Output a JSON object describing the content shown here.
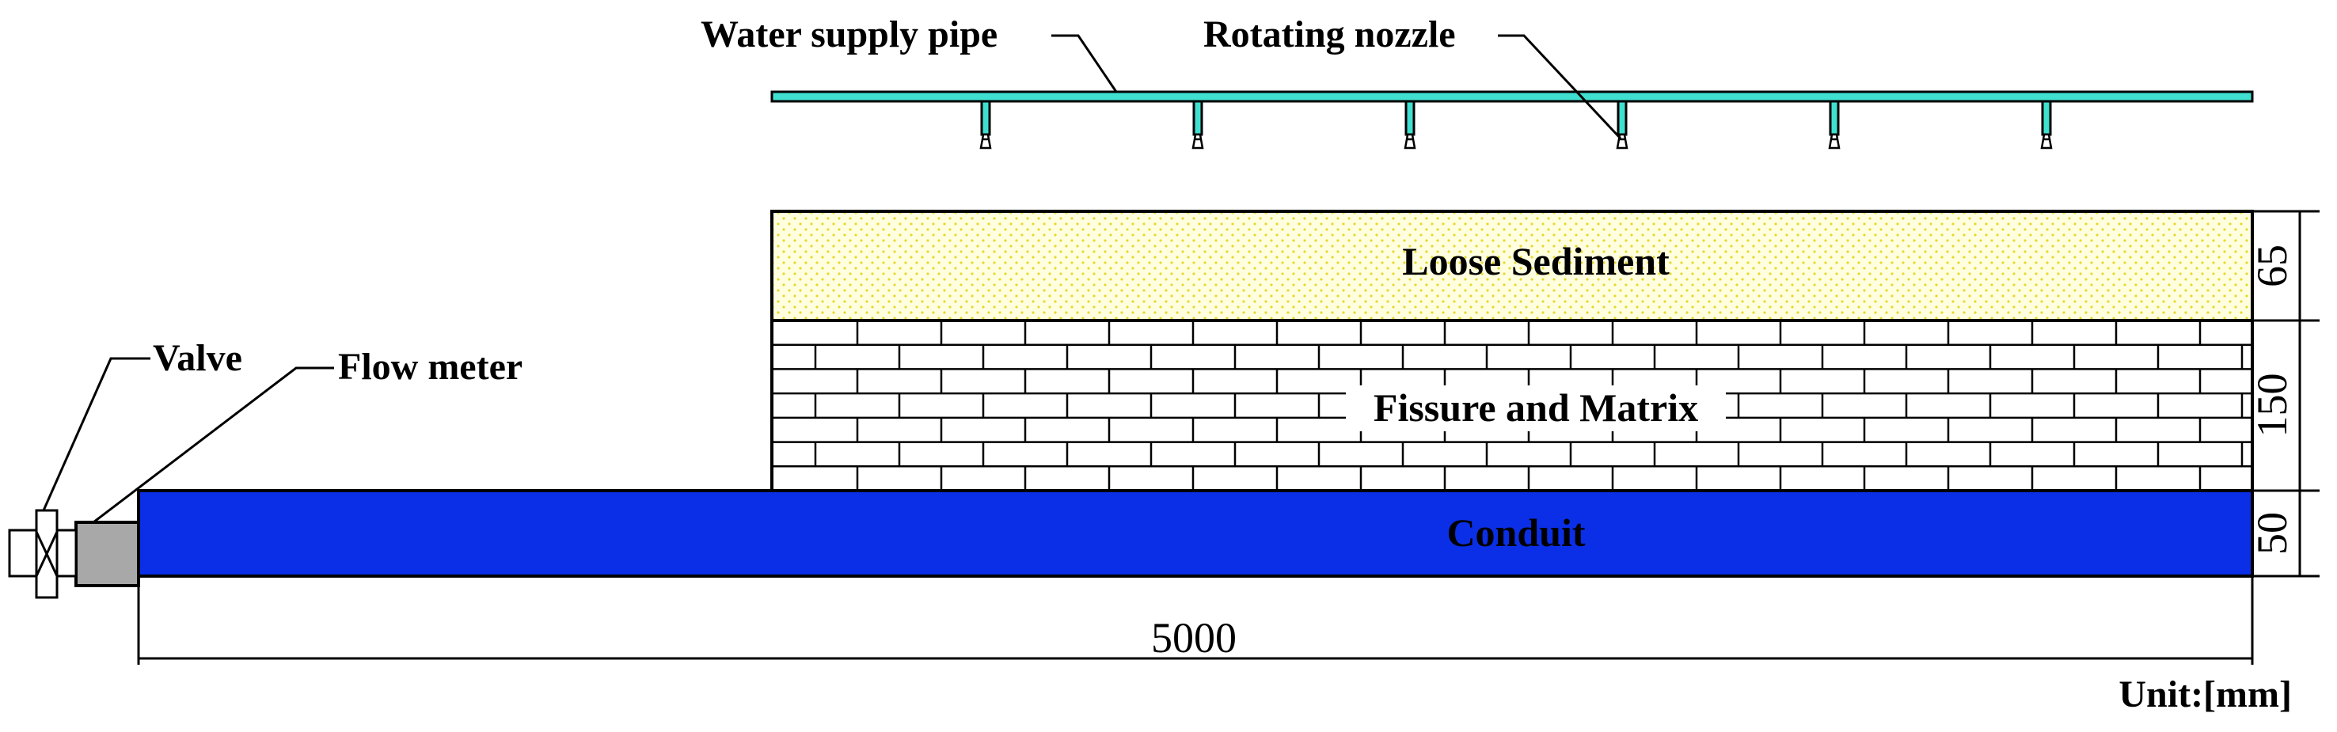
{
  "labels": {
    "water_supply_pipe": "Water supply pipe",
    "rotating_nozzle": "Rotating nozzle",
    "valve": "Valve",
    "flow_meter": "Flow meter",
    "loose_sediment": "Loose Sediment",
    "fissure_matrix": "Fissure and Matrix",
    "conduit": "Conduit"
  },
  "dimensions": {
    "length": "5000",
    "sediment": "65",
    "fissure": "150",
    "conduit": "50",
    "unit": "Unit:[mm]"
  },
  "nozzle_count": 6,
  "colors": {
    "pipe": "#40E0D0",
    "sediment": "#FFFFE0",
    "sediment_dots": "#E6D830",
    "conduit": "#0A2FE6",
    "flow_meter": "#A8A8A8",
    "lines": "#000000"
  }
}
